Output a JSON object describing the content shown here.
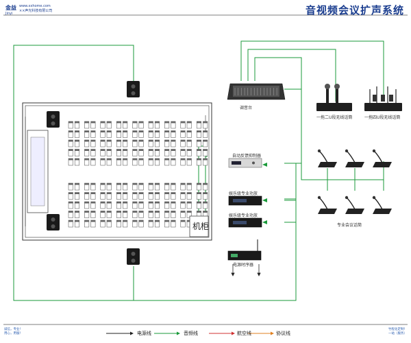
{
  "header": {
    "title": "音视频会议扩声系统",
    "logo_cn": "金益",
    "logo_en": "Jinyi",
    "website": "www.xxhome.com",
    "company": "××声光科技有限公司"
  },
  "devices": {
    "mixer": "调音台",
    "wireless_mic_1": "一拖二U段无线话筒",
    "wireless_mic_2": "一拖四U段无线话筒",
    "feedback_suppressor": "自动反馈抑制器",
    "amp_1": "娱乐级专业功放",
    "amp_2": "娱乐级专业功放",
    "power_sequencer": "电源时序器",
    "conference_mics": "专业会议话筒",
    "cabinet": "机柜"
  },
  "legend": [
    {
      "label": "电源线",
      "color": "#222222"
    },
    {
      "label": "音频线",
      "color": "#1a9a3a"
    },
    {
      "label": "航空线",
      "color": "#d03030"
    },
    {
      "label": "协议线",
      "color": "#e08020"
    }
  ],
  "footer": {
    "left_line1": "诚信，专业！",
    "left_line2": "用心，用服！",
    "right_line1": "竹程化定制！",
    "right_line2": "一站（服务）"
  },
  "colors": {
    "audio_line": "#1a9a3a",
    "power_line": "#222222",
    "title": "#1a3d8f"
  }
}
